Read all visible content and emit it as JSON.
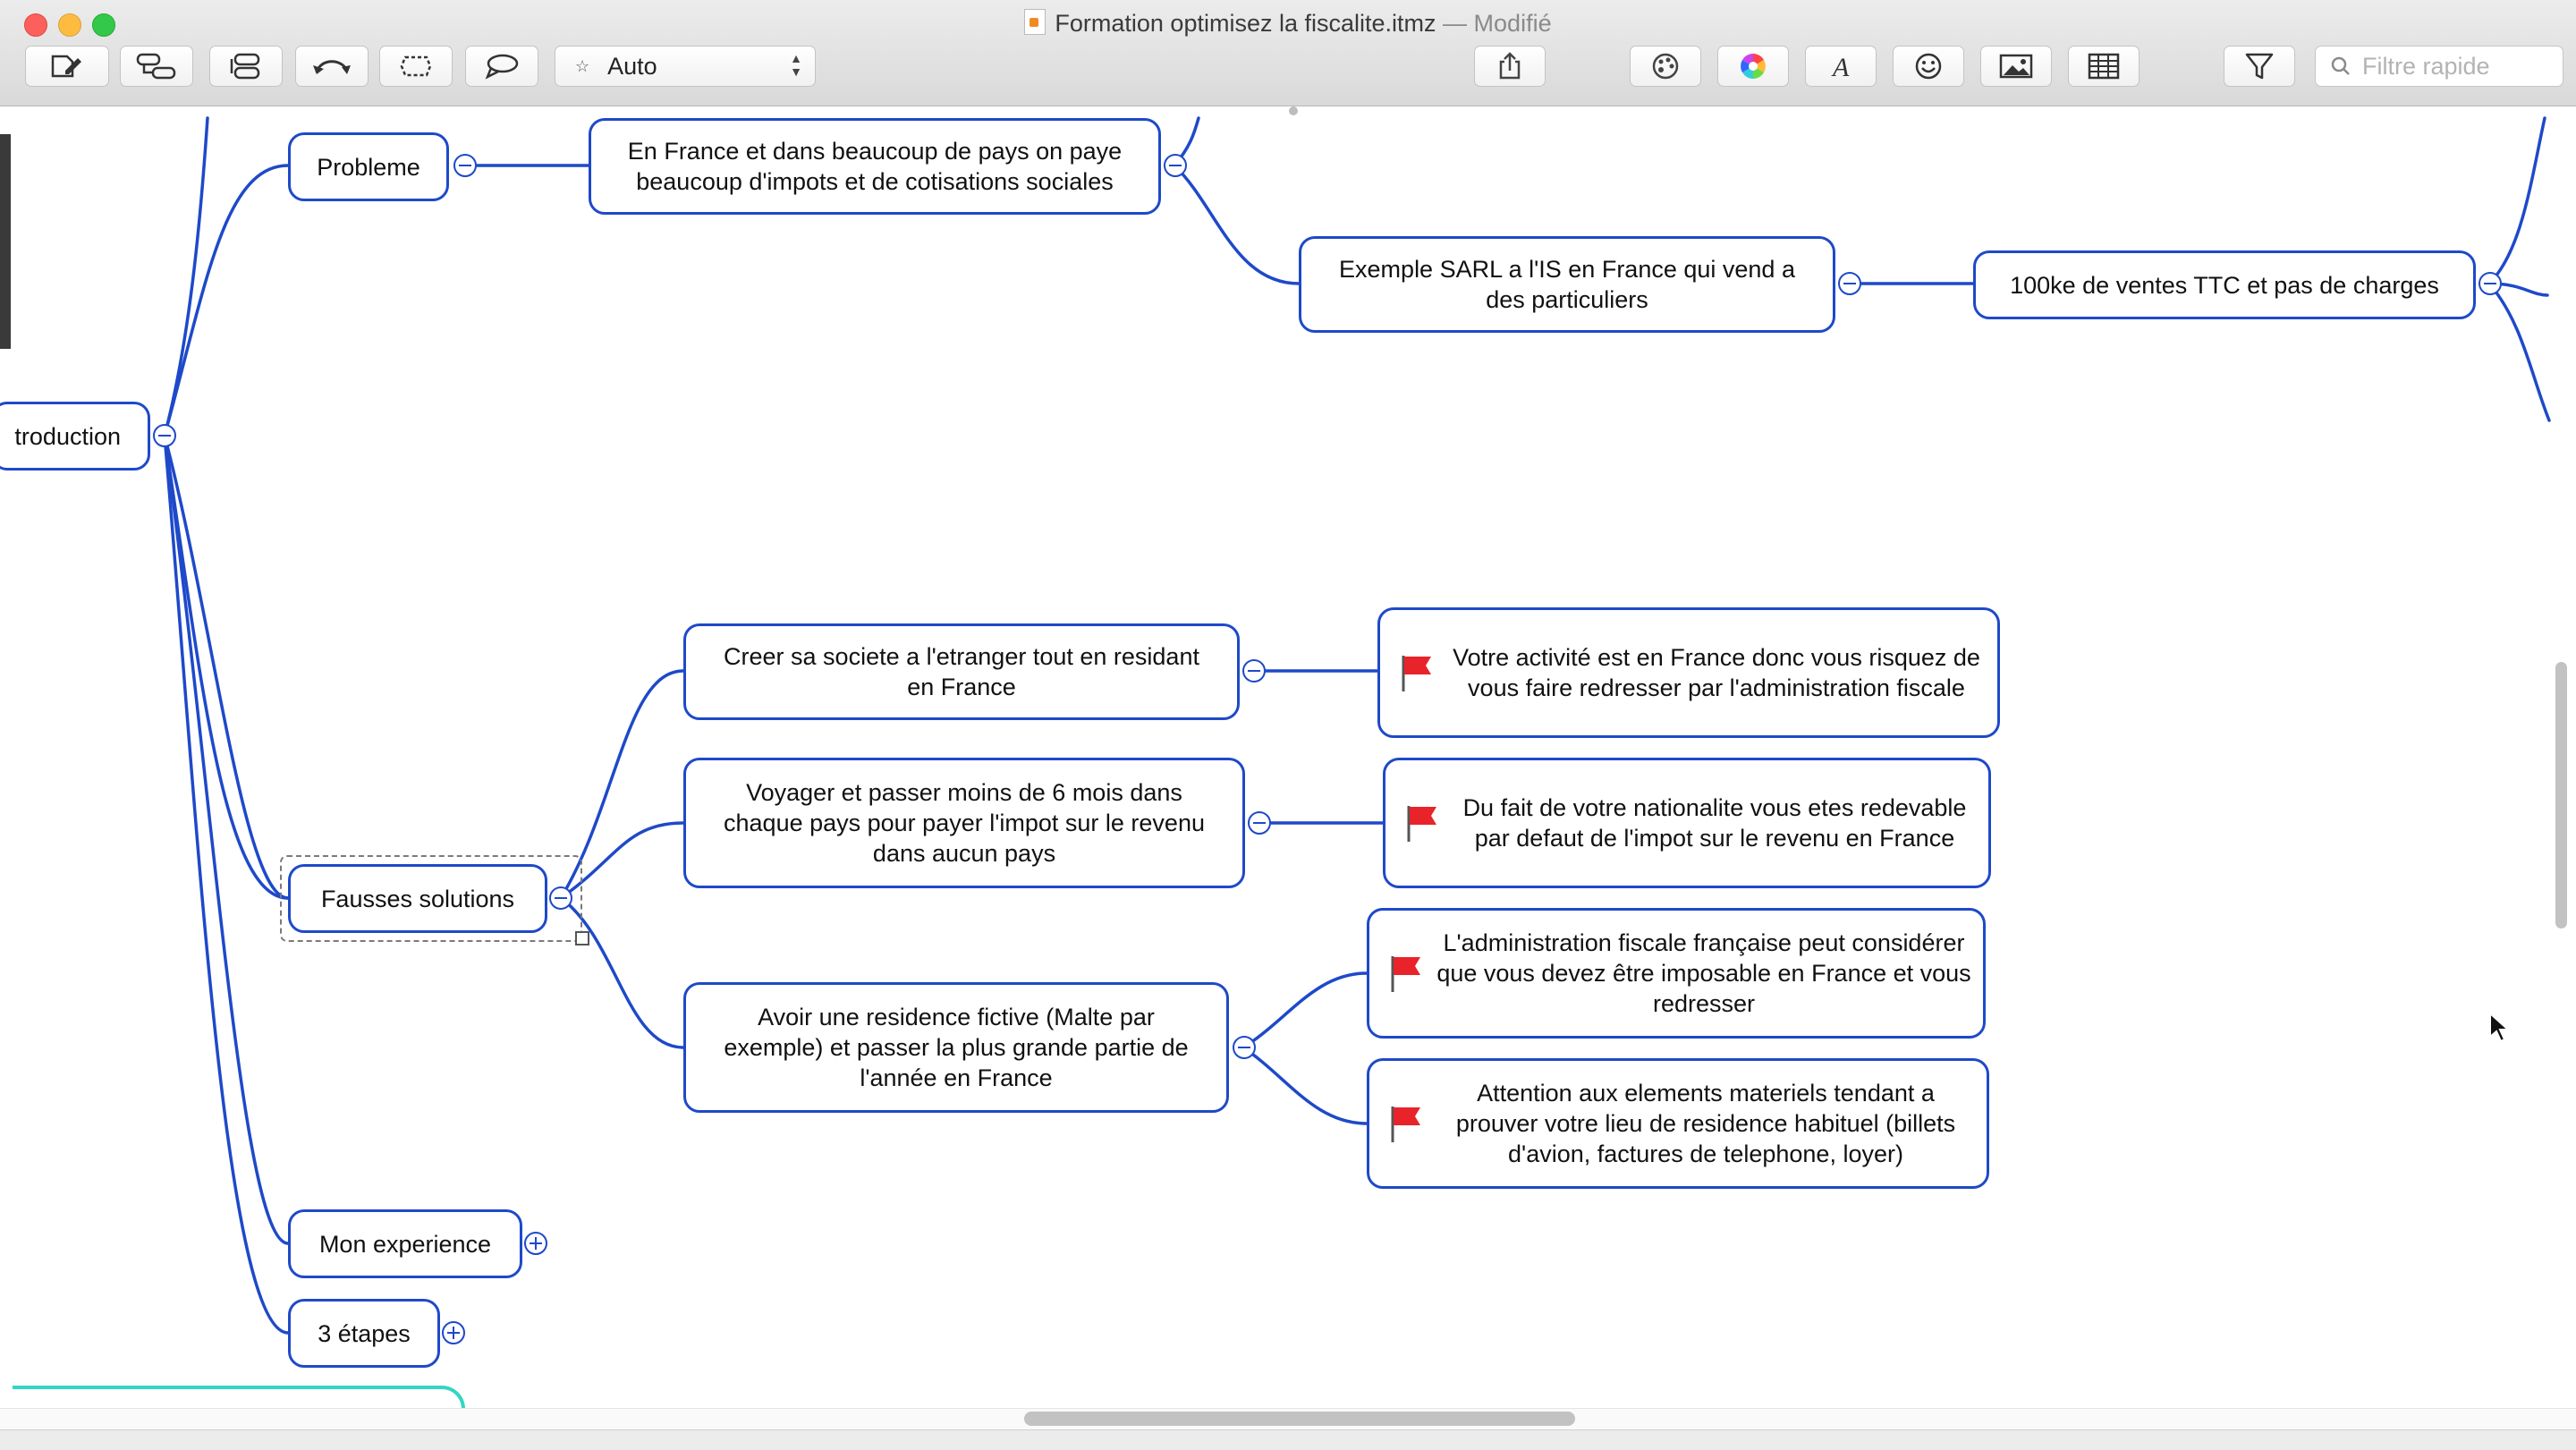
{
  "window": {
    "title": "Formation optimisez la fiscalite.itmz",
    "separator": "—",
    "status": "Modifié"
  },
  "toolbar": {
    "buttons": [
      {
        "name": "new-topic-icon"
      },
      {
        "name": "subtopic-icon"
      },
      {
        "name": "sibling-topic-icon"
      },
      {
        "name": "relationship-icon"
      },
      {
        "name": "boundary-icon"
      },
      {
        "name": "callout-icon"
      }
    ],
    "layout_select": "Auto",
    "right_buttons": [
      {
        "name": "share-icon"
      },
      {
        "name": "style-icon"
      },
      {
        "name": "color-wheel-icon"
      },
      {
        "name": "font-icon"
      },
      {
        "name": "emoji-icon"
      },
      {
        "name": "image-icon"
      },
      {
        "name": "table-icon"
      },
      {
        "name": "filter-icon"
      }
    ],
    "search_placeholder": "Filtre rapide"
  },
  "map": {
    "line_color": "#1e49c9",
    "flag_color": "#e8232a",
    "root": "troduction",
    "topics": {
      "probleme": "Probleme",
      "probleme_detail": "En France et dans beaucoup de pays on paye beaucoup d'impots et de cotisations sociales",
      "exemple": "Exemple SARL a l'IS en France qui vend a des particuliers",
      "ventes": "100ke de ventes TTC et pas de charges",
      "fausses_solutions": "Fausses solutions",
      "societe_etranger": "Creer sa societe a l'etranger tout en residant en France",
      "voyager": "Voyager et passer moins de 6 mois dans chaque pays pour payer l'impot sur le revenu dans aucun pays",
      "residence_fictive": "Avoir une residence fictive (Malte par exemple) et passer la plus grande partie de l'année en France",
      "risque_redressement": "Votre activité est en France donc vous risquez de vous faire redresser par l'administration fiscale",
      "nationalite": "Du fait de votre nationalite vous etes redevable par defaut de l'impot sur le revenu en France",
      "administration": "L'administration fiscale française peut considérer que vous devez être imposable en France et vous redresser",
      "attention": "Attention aux elements materiels tendant a prouver votre lieu de residence habituel (billets d'avion, factures de telephone, loyer)",
      "experience": "Mon experience",
      "etapes": "3 étapes"
    }
  }
}
